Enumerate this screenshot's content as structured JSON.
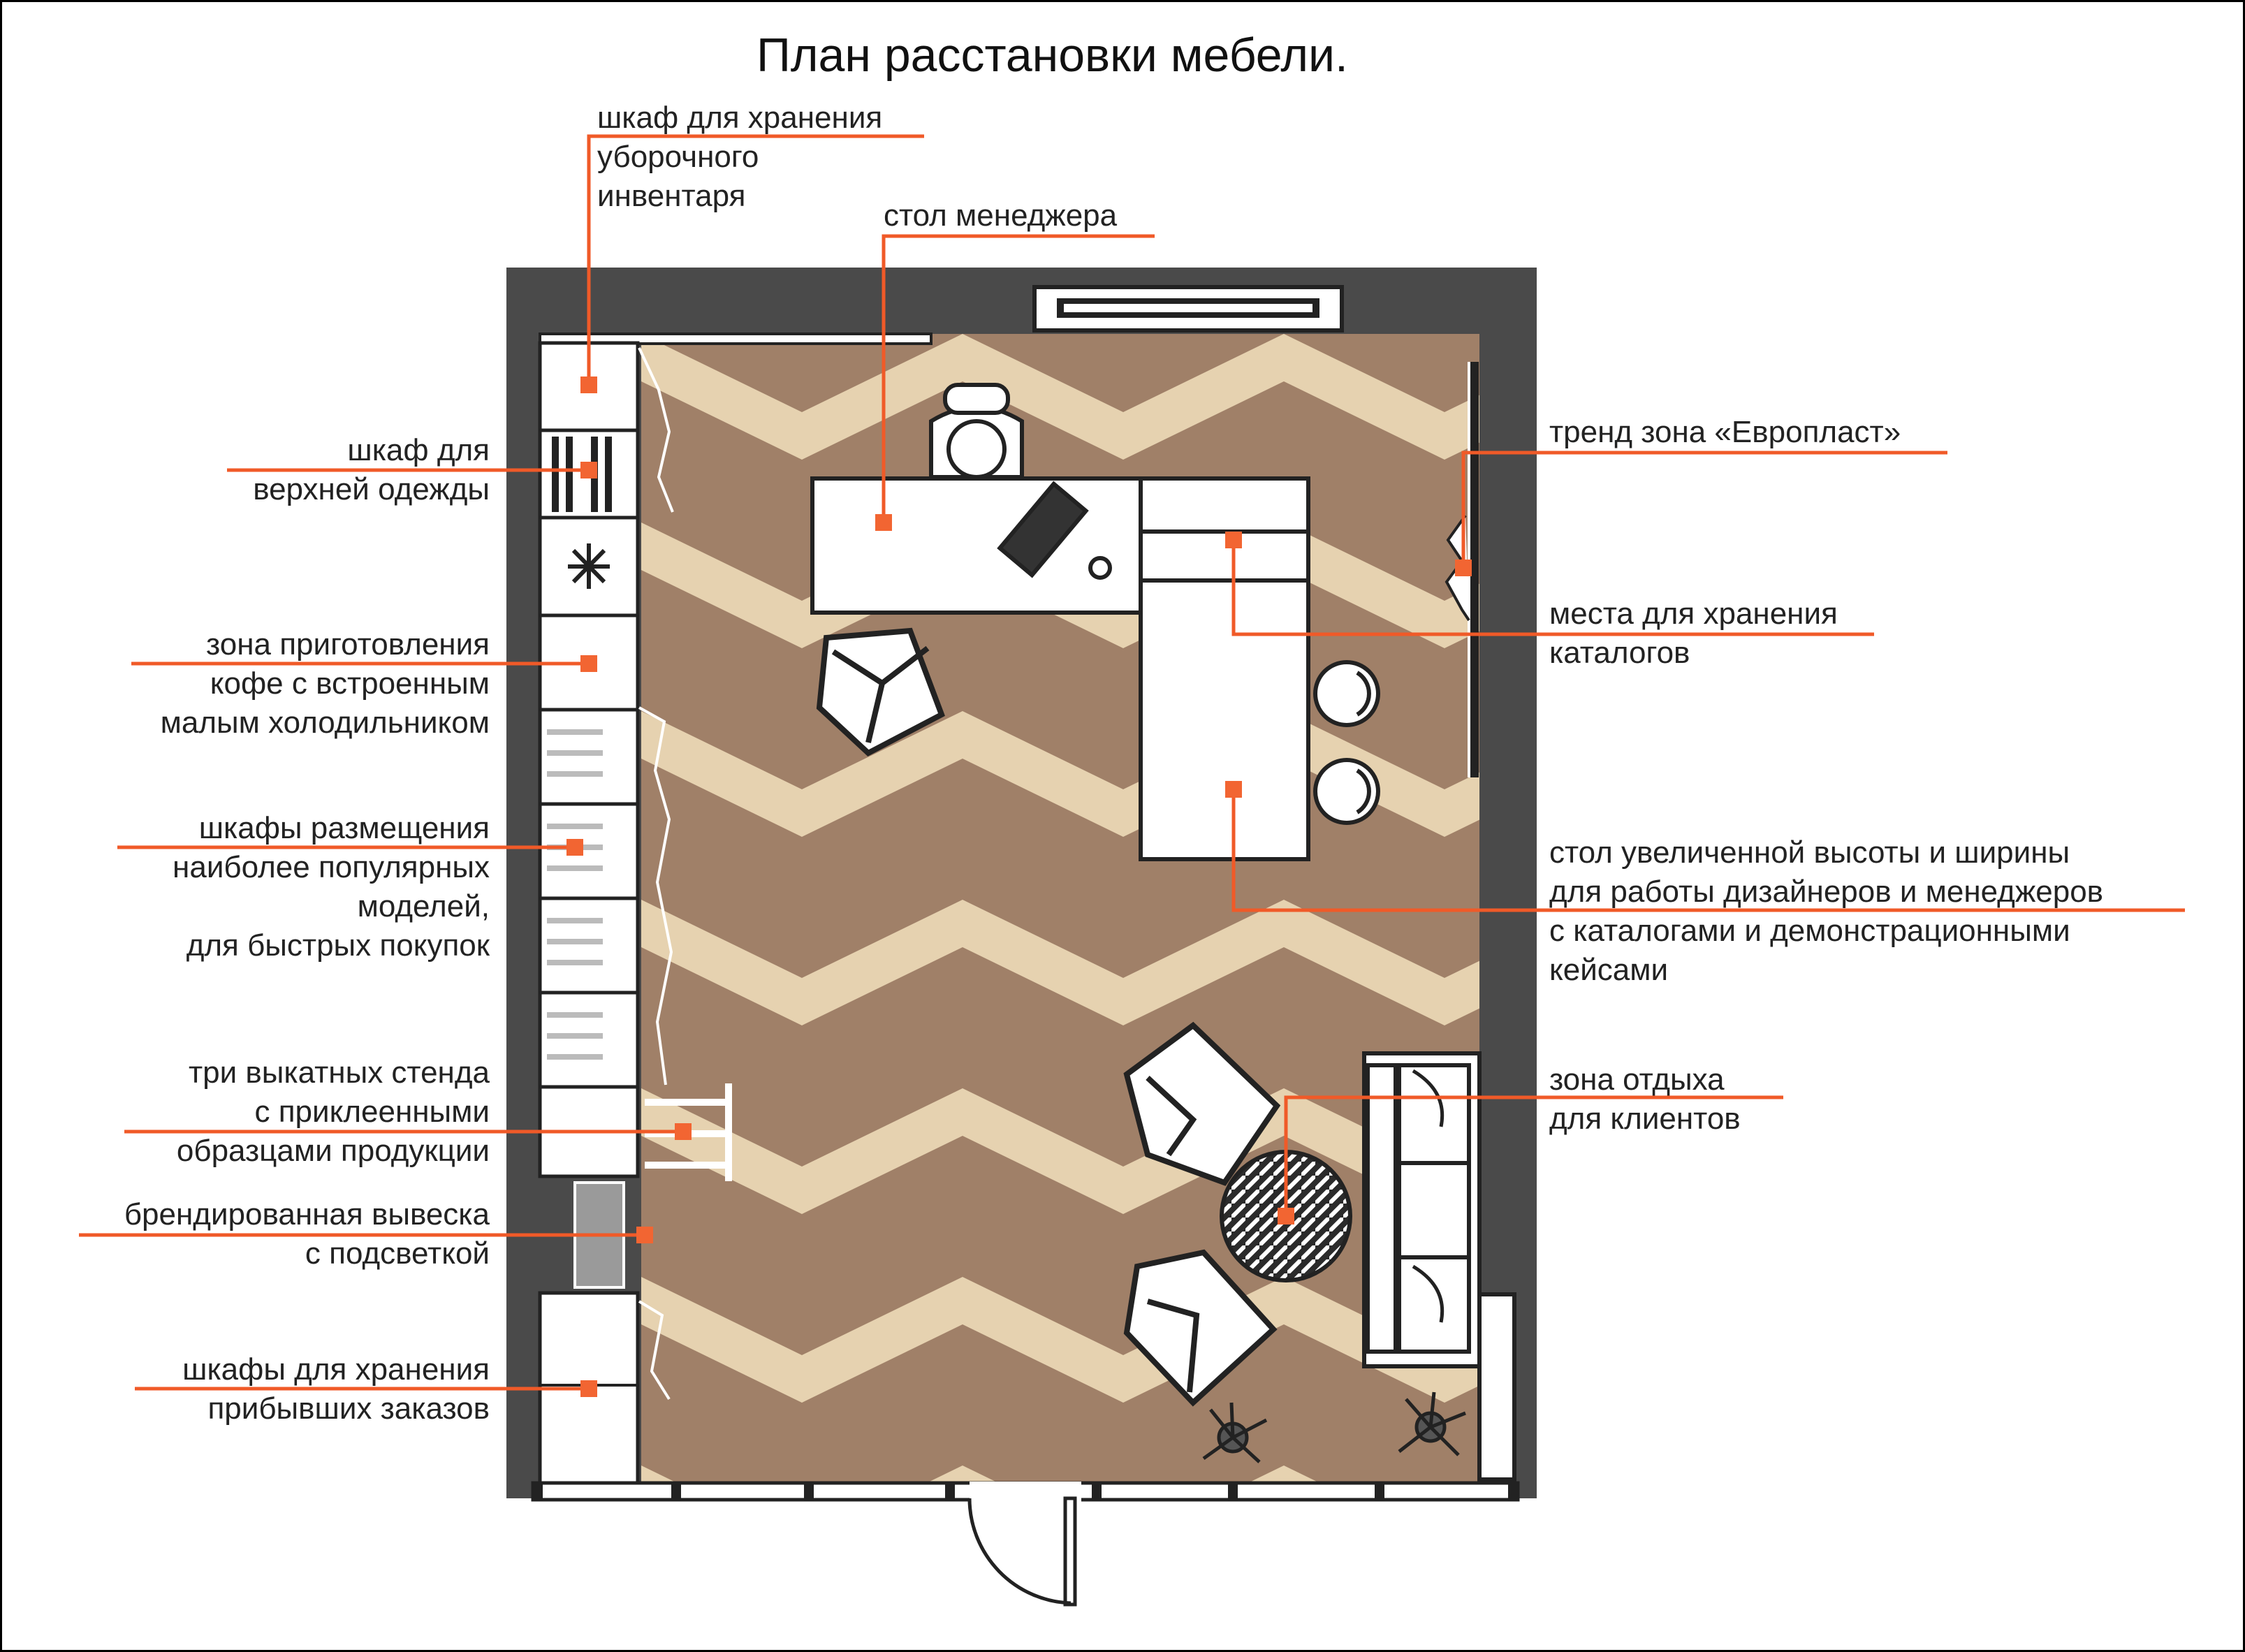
{
  "title": "План расстановки мебели.",
  "colors": {
    "accent": "#f05a28",
    "wall": "#4a4a4a",
    "floor_light": "#e8d5b4",
    "floor_dark": "#a08068",
    "marker": "#f26532"
  },
  "labels": {
    "cleaning_cabinet": [
      "шкаф для хранения",
      "уборочного",
      "инвентаря"
    ],
    "manager_desk": [
      "стол менеджера"
    ],
    "outerwear_cabinet": [
      "шкаф для",
      "верхней одежды"
    ],
    "coffee_zone": [
      "зона приготовления",
      "кофе с встроенным",
      "малым холодильником"
    ],
    "popular_cabinets": [
      "шкафы размещения",
      "наиболее популярных",
      "моделей,",
      "для быстрых покупок"
    ],
    "rolling_stands": [
      "три выкатных стенда",
      "с приклеенными",
      "образцами продукции"
    ],
    "branded_sign": [
      "брендированная вывеска",
      "с подсветкой"
    ],
    "orders_cabinets": [
      "шкафы для хранения",
      "прибывших заказов"
    ],
    "trend_zone": [
      "тренд зона «Европласт»"
    ],
    "catalog_storage": [
      "места для хранения",
      "каталогов"
    ],
    "designer_table": [
      "стол увеличенной высоты и ширины",
      "для работы дизайнеров и менеджеров",
      "с каталогами и демонстрационными",
      "кейсами"
    ],
    "client_lounge": [
      "зона отдыха",
      "для клиентов"
    ]
  }
}
